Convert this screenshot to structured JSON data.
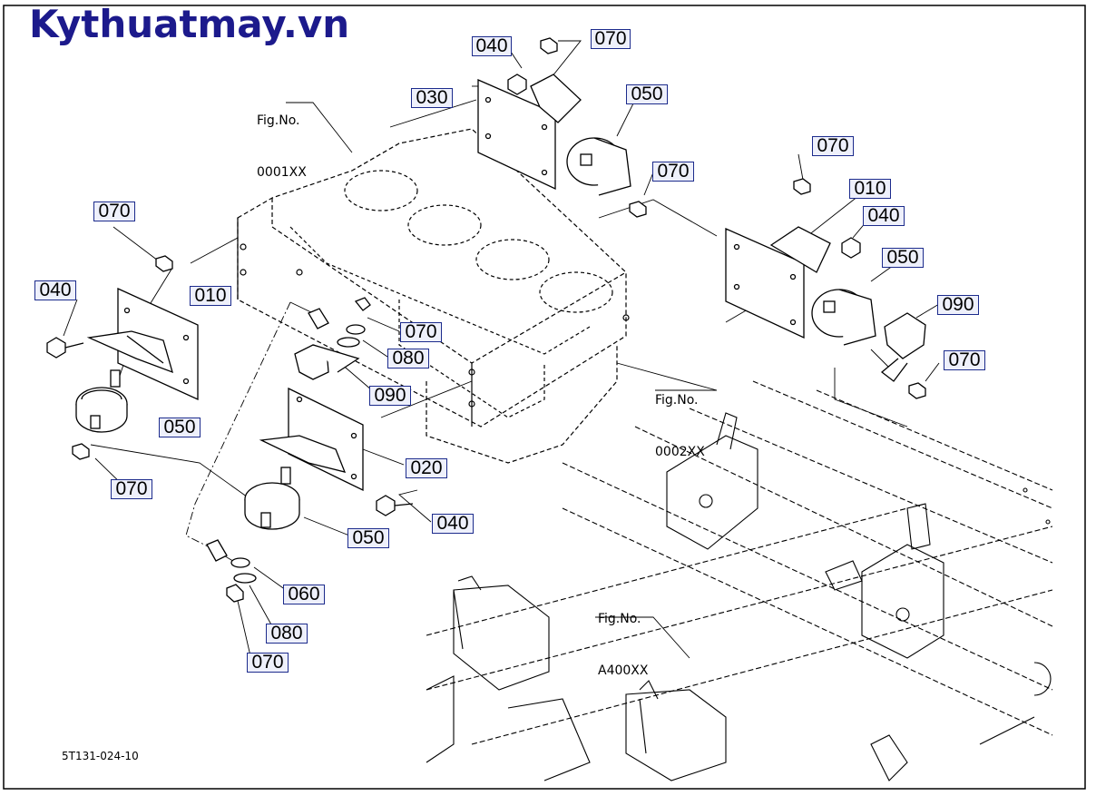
{
  "watermark": "Kythuatmay.vn",
  "figure_refs": [
    {
      "line1": "Fig.No.",
      "line2": "0001XX"
    },
    {
      "line1": "Fig.No.",
      "line2": "0002XX"
    },
    {
      "line1": "Fig.No.",
      "line2": "A400XX"
    }
  ],
  "part_callouts": [
    "040",
    "070",
    "030",
    "050",
    "070",
    "070",
    "010",
    "040",
    "050",
    "090",
    "070",
    "070",
    "040",
    "010",
    "050",
    "070",
    "070",
    "080",
    "090",
    "020",
    "040",
    "050",
    "060",
    "080",
    "070"
  ],
  "drawing_number": "5T131-024-10"
}
